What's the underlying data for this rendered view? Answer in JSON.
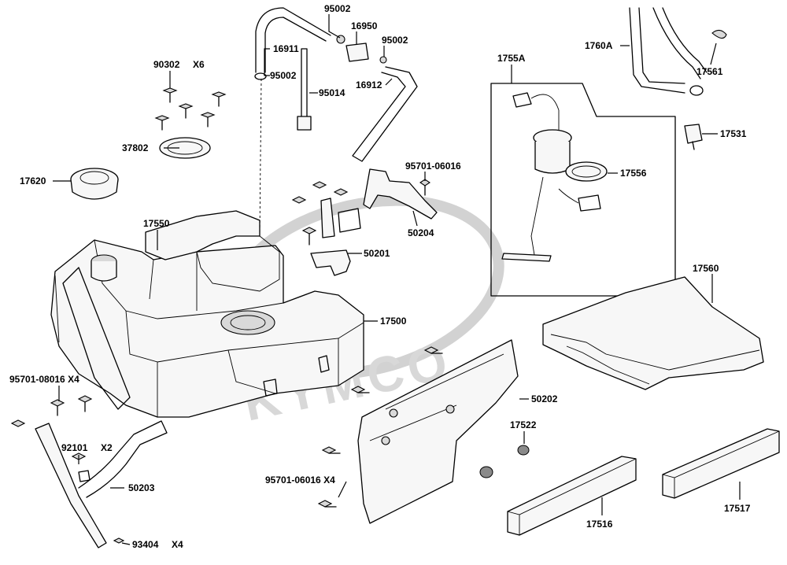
{
  "diagram": {
    "watermark": "KYMCO",
    "labels": [
      {
        "id": "p95002a",
        "text": "95002"
      },
      {
        "id": "p16950",
        "text": "16950"
      },
      {
        "id": "p95002b",
        "text": "95002"
      },
      {
        "id": "p16911",
        "text": "16911"
      },
      {
        "id": "p95002c",
        "text": "95002"
      },
      {
        "id": "p16912",
        "text": "16912"
      },
      {
        "id": "p95014",
        "text": "95014"
      },
      {
        "id": "p90302",
        "text": "90302"
      },
      {
        "id": "p90302q",
        "text": "X6"
      },
      {
        "id": "p37802",
        "text": "37802"
      },
      {
        "id": "p17620",
        "text": "17620"
      },
      {
        "id": "p17550",
        "text": "17550"
      },
      {
        "id": "p95701a",
        "text": "95701-06016"
      },
      {
        "id": "p50204",
        "text": "50204"
      },
      {
        "id": "p50201",
        "text": "50201"
      },
      {
        "id": "p17500",
        "text": "17500"
      },
      {
        "id": "p1755A",
        "text": "1755A"
      },
      {
        "id": "p17556",
        "text": "17556"
      },
      {
        "id": "p1760A",
        "text": "1760A"
      },
      {
        "id": "p17561",
        "text": "17561"
      },
      {
        "id": "p17531",
        "text": "17531"
      },
      {
        "id": "p17560",
        "text": "17560"
      },
      {
        "id": "p95701b",
        "text": "95701-08016 X4"
      },
      {
        "id": "p92101",
        "text": "92101"
      },
      {
        "id": "p92101q",
        "text": "X2"
      },
      {
        "id": "p50203",
        "text": "50203"
      },
      {
        "id": "p93404",
        "text": "93404"
      },
      {
        "id": "p93404q",
        "text": "X4"
      },
      {
        "id": "p50202",
        "text": "50202"
      },
      {
        "id": "p17522",
        "text": "17522"
      },
      {
        "id": "p95701c",
        "text": "95701-06016 X4"
      },
      {
        "id": "p17516",
        "text": "17516"
      },
      {
        "id": "p17517",
        "text": "17517"
      }
    ]
  }
}
